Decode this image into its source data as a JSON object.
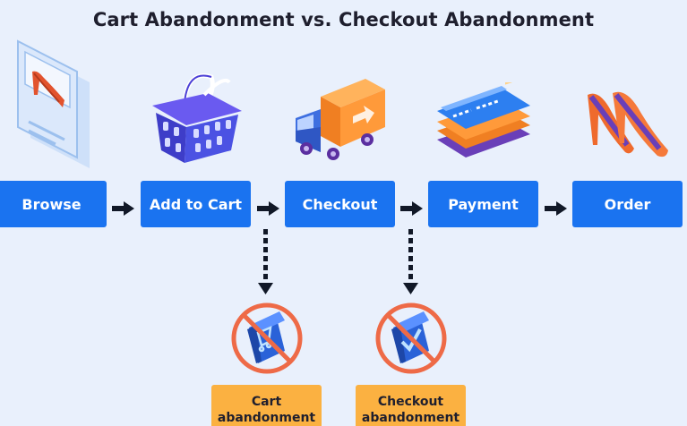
{
  "title": "Cart Abandonment vs. Checkout Abandonment",
  "steps": [
    {
      "label": "Browse",
      "icon": "shoe-on-screen-icon"
    },
    {
      "label": "Add to Cart",
      "icon": "shopping-basket-icon"
    },
    {
      "label": "Checkout",
      "icon": "delivery-truck-icon"
    },
    {
      "label": "Payment",
      "icon": "credit-cards-icon"
    },
    {
      "label": "Order",
      "icon": "high-heels-icon"
    }
  ],
  "abandonments": [
    {
      "line1": "Cart",
      "line2": "abandonment",
      "icon": "cart-prohibited-icon"
    },
    {
      "line1": "Checkout",
      "line2": "abandonment",
      "icon": "checkout-prohibited-icon"
    }
  ],
  "colors": {
    "background": "#e9f0fc",
    "step": "#1a73f0",
    "badge": "#fbb141",
    "prohibit": "#ee6a47",
    "arrow": "#111827"
  }
}
